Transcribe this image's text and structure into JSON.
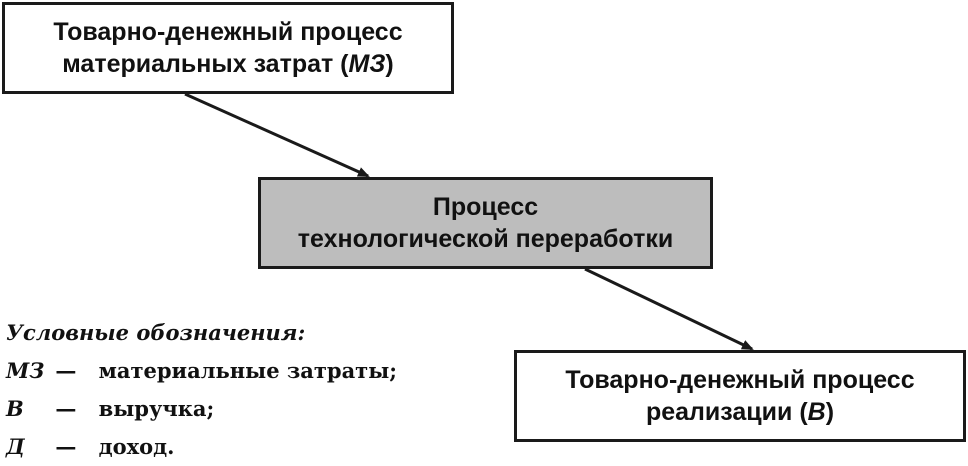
{
  "boxes": {
    "materials": {
      "line1": "Товарно-денежный процесс",
      "line2_pre": "материальных затрат (",
      "line2_abbr": "МЗ",
      "line2_post": ")"
    },
    "process": {
      "line1": "Процесс",
      "line2": "технологической переработки"
    },
    "sales": {
      "line1": "Товарно-денежный процесс",
      "line2_pre": "реализации (",
      "line2_abbr": "В",
      "line2_post": ")"
    }
  },
  "legend": {
    "title": "Условные обозначения:",
    "items": [
      {
        "abbr": "МЗ",
        "dash": "—",
        "text": "материальные затраты;"
      },
      {
        "abbr": "В",
        "dash": "—",
        "text": "выручка;"
      },
      {
        "abbr": "Д",
        "dash": "—",
        "text": "доход."
      }
    ]
  },
  "colors": {
    "process_fill": "#bdbdbd",
    "border": "#1a1a1a"
  }
}
